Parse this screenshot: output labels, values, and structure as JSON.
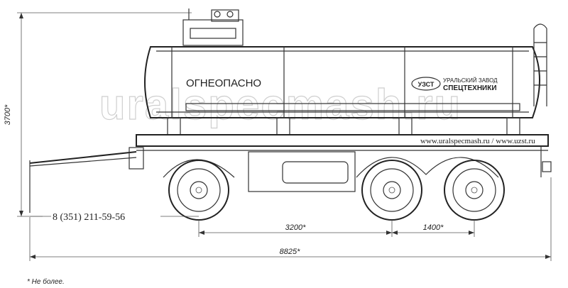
{
  "tank": {
    "label": "ОГНЕОПАСНО",
    "logo_abbr": "УЗСТ",
    "logo_line1": "УРАЛЬСКИЙ ЗАВОД",
    "logo_line2": "СПЕЦТЕХНИКИ"
  },
  "website": "www.uralspecmash.ru / www.uzst.ru",
  "phone": "8 (351) 211-59-56",
  "watermark": "uralspecmash.ru",
  "dimensions": {
    "height": "3700*",
    "axle_spacing_front": "3200*",
    "axle_spacing_rear": "1400*",
    "overall_length": "8825*"
  },
  "footnote": "* Не более.",
  "colors": {
    "line": "#333333",
    "watermark": "#d9d9d9"
  }
}
